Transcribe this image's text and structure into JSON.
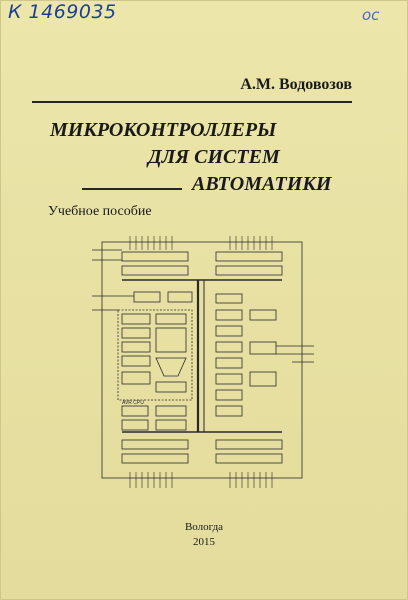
{
  "stamp": {
    "code": "К 1469035",
    "mark": "ос"
  },
  "author": "А.М. Водовозов",
  "title": {
    "line1": "МИКРОКОНТРОЛЛЕРЫ",
    "line2": "ДЛЯ СИСТЕМ",
    "line3": "АВТОМАТИКИ"
  },
  "subtitle": "Учебное пособие",
  "diagram": {
    "cpu_label": "AVR CPU"
  },
  "imprint": {
    "city": "Вологда",
    "year": "2015"
  },
  "colors": {
    "cover": "#e9e2a4",
    "stamp_ink": "#1d3f96",
    "text": "#1a1a1a"
  }
}
